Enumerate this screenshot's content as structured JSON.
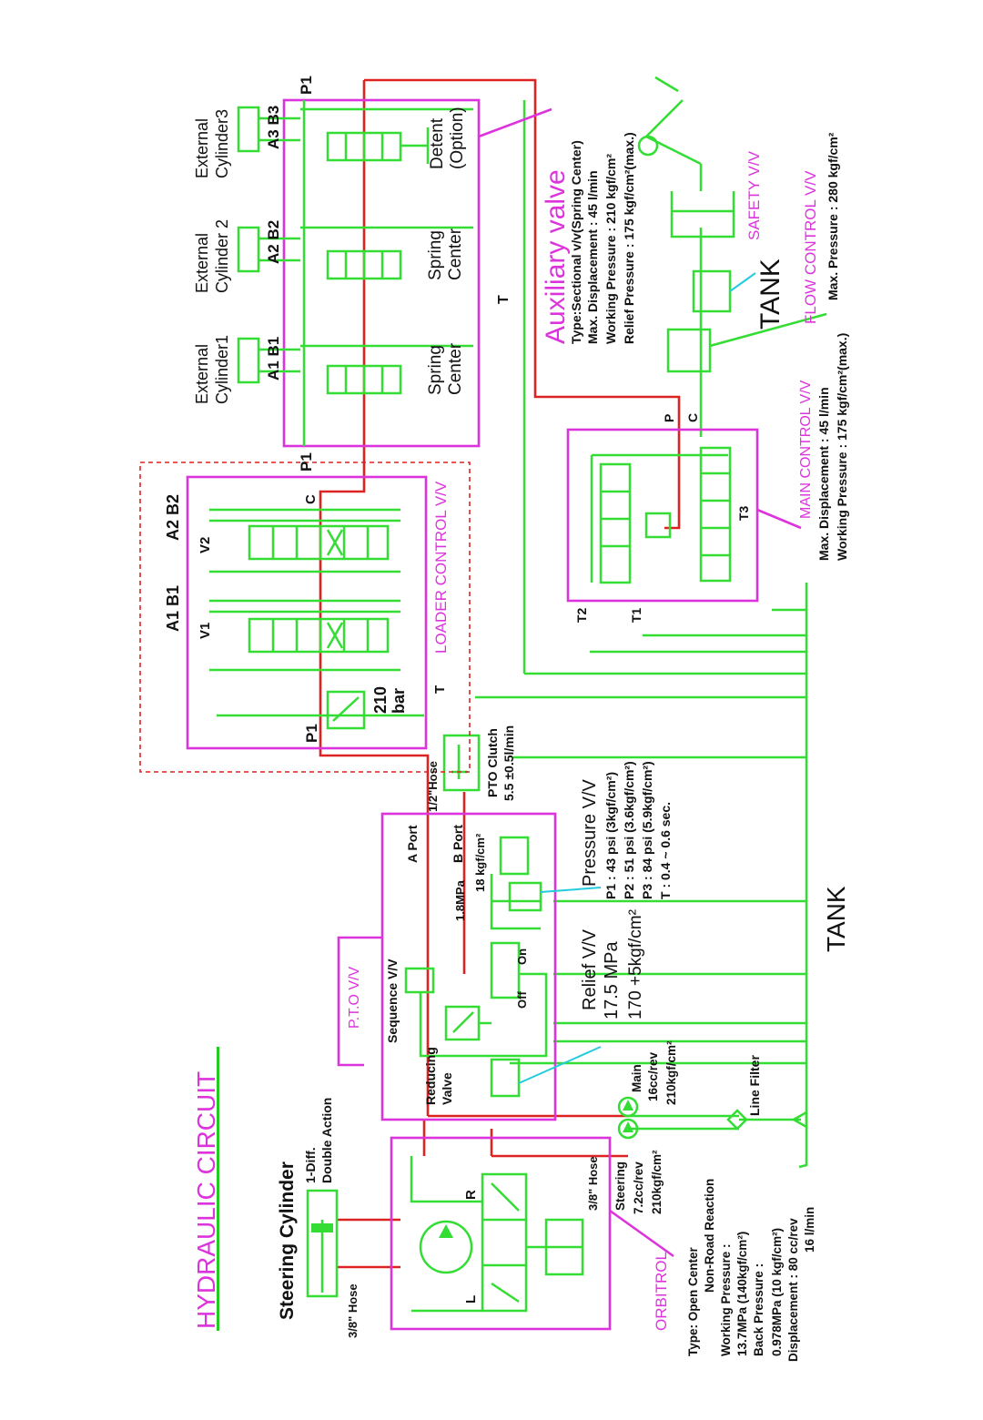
{
  "title": "HYDRAULIC CIRCUIT",
  "steering_cylinder": {
    "title": "Steering Cylinder",
    "desc1": "1-Diff.",
    "desc2": "Double Action",
    "hose": "3/8\" Hose"
  },
  "orbitrol": {
    "label": "ORBITROL",
    "left": "L",
    "right": "R",
    "hose": "3/8\" Hose",
    "spec": [
      "Type: Open Center",
      "Non-Road Reaction",
      "Working Pressure :",
      "13.7MPa (140kgf/cm²)",
      "Back Pressure :",
      "0.978MPa (10 kgf/cm²)",
      "Displacement : 80 cc/rev"
    ],
    "flow": "16 l/min"
  },
  "pumps": {
    "steering": [
      "Steering",
      "7.2cc/rev",
      "210kgf/cm²"
    ],
    "main": [
      "Main",
      "16cc/rev",
      "210kgf/cm²"
    ],
    "line_filter": "Line Filter"
  },
  "pto": {
    "label": "P.T.O V/V",
    "sequence": "Sequence V/V",
    "reducing1": "Reducing",
    "reducing2": "Valve",
    "off": "Off",
    "on": "On",
    "a_port": "A Port",
    "b_port": "B Port",
    "set1": "1.8MPa",
    "set2": "18 kgf/cm²",
    "hose": "1/2\"Hose",
    "clutch1": "PTO Clutch",
    "clutch2": "5.5 ±0.5l/min"
  },
  "relief": {
    "title": "Relief V/V",
    "line1": "17.5 MPa",
    "line2": "170 +5kgf/cm²"
  },
  "pressure": {
    "title": "Pressure V/V",
    "lines": [
      "P1 : 43 psi (3kgf/cm²)",
      "P2 : 51 psi (3.6kgf/cm²)",
      "P3 : 84 psi (5.9kgf/cm²)",
      "T   : 0.4 ~ 0.6 sec."
    ]
  },
  "tank_main": "TANK",
  "loader": {
    "label": "LOADER CONTROL V/V",
    "v1": "V1",
    "v2": "V2",
    "a1b1": "A1 B1",
    "a2b2": "A2 B2",
    "c": "C",
    "p1": "P1",
    "t": "T",
    "relief1": "210",
    "relief2": "bar"
  },
  "aux": {
    "title": "Auxiliary valve",
    "spec": [
      "Type:Sectional v/v(Spring Center)",
      "Max. Displacement : 45 l/min",
      "Working Pressure : 210 kgf/cm²",
      "Relief Pressure : 175 kgf/cm²(max.)"
    ],
    "cyl1": [
      "External",
      "Cylinder1"
    ],
    "cyl2": [
      "External",
      "Cylinder 2"
    ],
    "cyl3": [
      "External",
      "Cylinder3"
    ],
    "a1b1": "A1  B1",
    "a2b2": "A2  B2",
    "a3b3": "A3  B3",
    "spring1": [
      "Spring",
      "Center"
    ],
    "spring2": [
      "Spring",
      "Center"
    ],
    "detent": [
      "Detent",
      "(Option)"
    ],
    "p1_top": "P1",
    "p1_bottom": "P1",
    "t": "T"
  },
  "main_control": {
    "label": "MAIN CONTROL V/V",
    "spec": [
      "Max. Displacement : 45 l/min",
      "Working Pressure : 175 kgf/cm²(max.)"
    ],
    "p": "P",
    "c": "C",
    "t1": "T1",
    "t2": "T2",
    "t3": "T3"
  },
  "tank_upper": "TANK",
  "safety": "SAFETY V/V",
  "flow_control": {
    "label": "FLOW CONTROL V/V",
    "spec": "Max. Pressure : 280 kgf/cm²"
  }
}
